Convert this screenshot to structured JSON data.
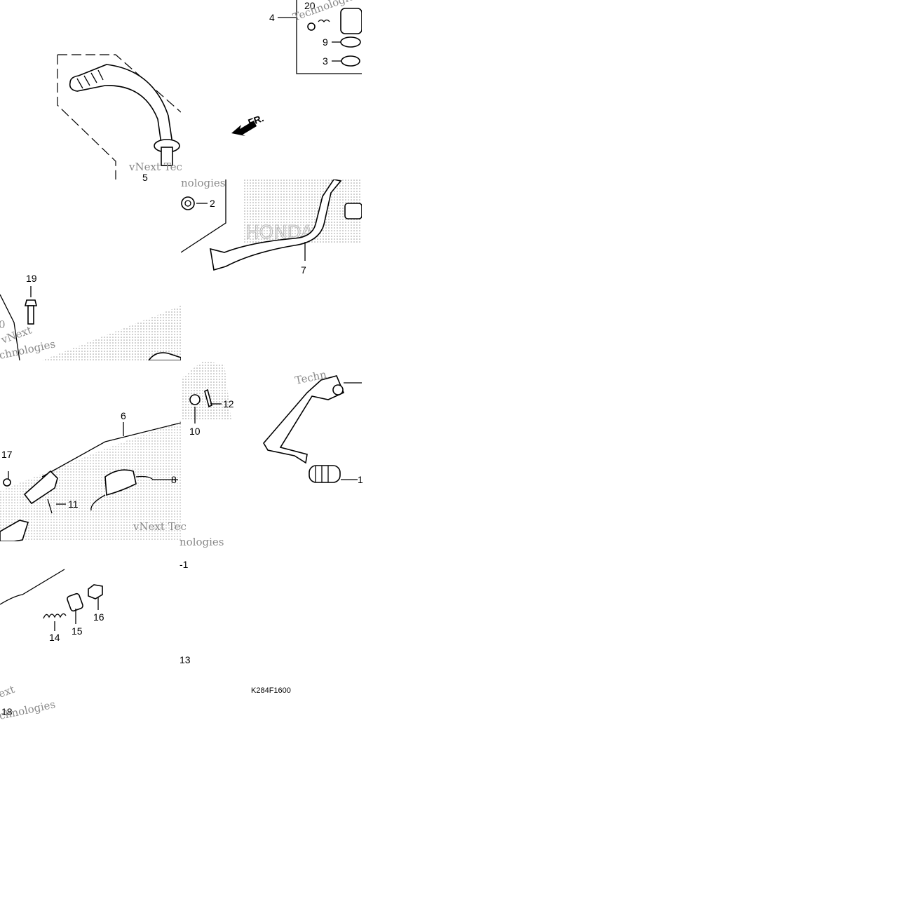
{
  "diagram": {
    "callouts": [
      "4",
      "20",
      "9",
      "3",
      "5",
      "2",
      "7",
      "19",
      "6",
      "12",
      "10",
      "17",
      "8",
      "11",
      "1",
      "14",
      "15",
      "16",
      "13",
      "18"
    ],
    "partial_callouts": {
      "right_1": "1",
      "bottom_left_1": "-1",
      "bottom_13": "13",
      "left_0": "0"
    },
    "front_arrow_label": "FR.",
    "drawing_code": "K284F1600",
    "watermarks": [
      "vNext Tec",
      "nologies",
      "Technologies",
      "vNext",
      "Techn",
      "chnologies",
      "ext",
      "Technologies"
    ],
    "brand_watermark": "HONDA"
  },
  "colors": {
    "line": "#000000",
    "watermark": "#8a8a8a",
    "dots": "#9a9a9a"
  }
}
